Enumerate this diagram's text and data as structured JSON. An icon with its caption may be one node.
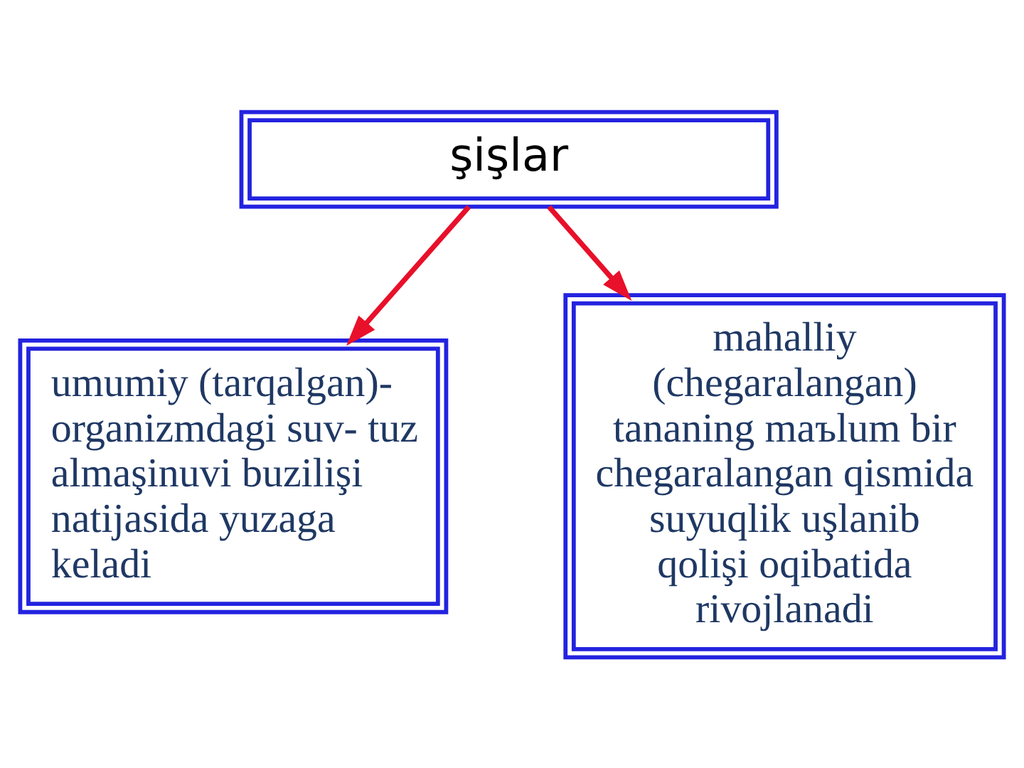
{
  "diagram": {
    "nodes": [
      {
        "text": [
          "şişlar"
        ]
      },
      {
        "text": [
          "umumiy (tarqalgan)- organizmdagi suv- tuz almaşinuvi buzilişi natijasida yuzaga keladi"
        ]
      },
      {
        "text": [
          "mahalliy (chegaralangan) tananing maъlum bir chegaralangan qismida suyuqlik uşlanib qolişi oqibatida rivojlanadi"
        ]
      }
    ],
    "edges": [
      {
        "from": 0,
        "to": 1,
        "arrow": "to"
      },
      {
        "from": 0,
        "to": 2,
        "arrow": "to"
      }
    ]
  }
}
